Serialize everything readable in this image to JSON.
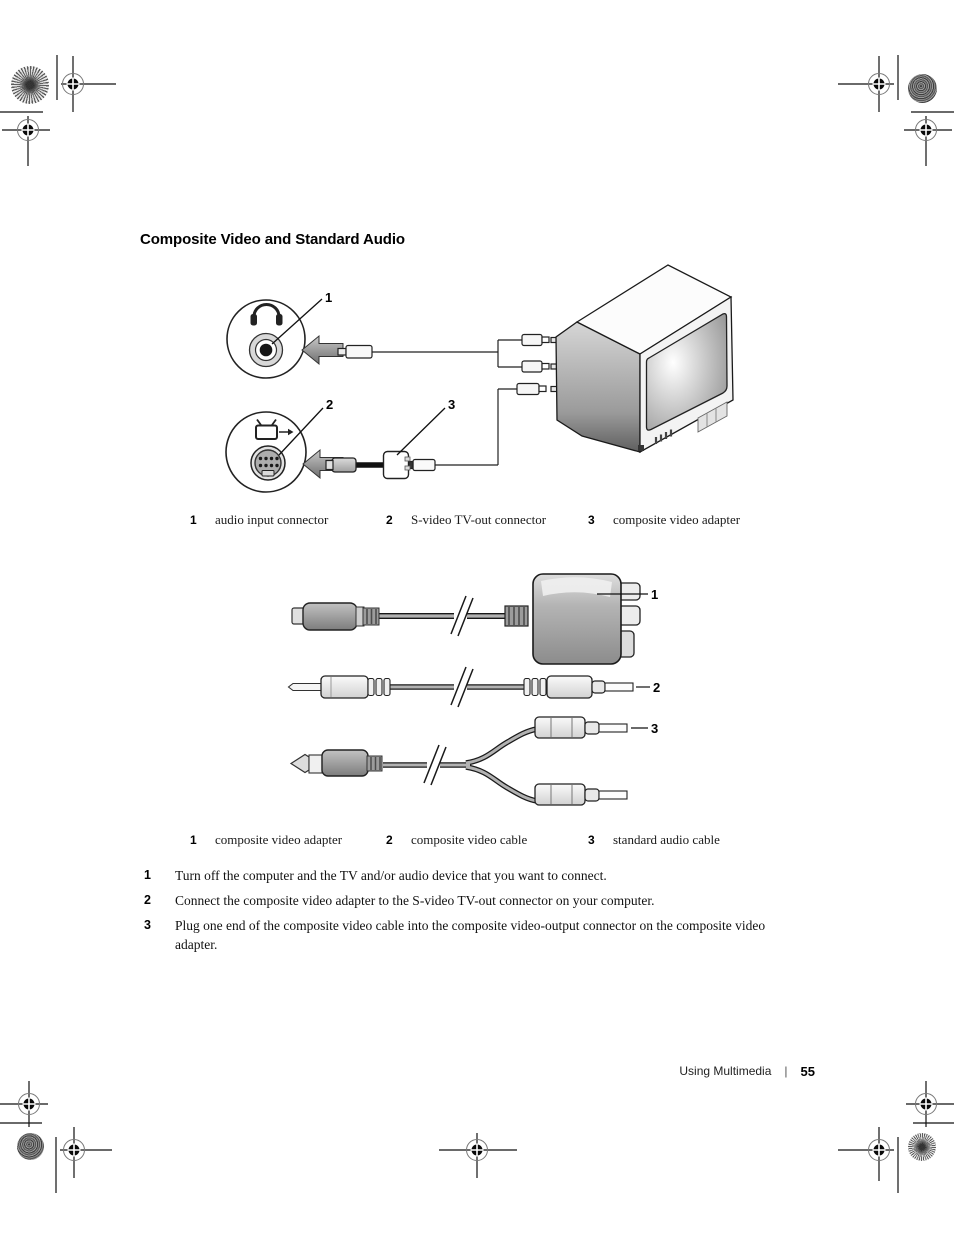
{
  "page": {
    "heading": "Composite Video and Standard Audio",
    "footer": {
      "section_label": "Using Multimedia",
      "separator": "|",
      "page_number": "55"
    },
    "colors": {
      "paper": "#ffffff",
      "ink": "#111111",
      "diagram_gray": "#9a9a9a"
    }
  },
  "figure_connectors": {
    "callouts": {
      "audio": "1",
      "svideo": "2",
      "adapter": "3"
    },
    "icons": [
      "headphones-icon",
      "tv-out-icon"
    ],
    "legend": [
      {
        "num": "1",
        "label": "audio input connector"
      },
      {
        "num": "2",
        "label": "S-video TV-out connector"
      },
      {
        "num": "3",
        "label": "composite video adapter"
      }
    ]
  },
  "figure_cables": {
    "callouts": {
      "adapter": "1",
      "video_cable": "2",
      "audio_cable": "3"
    },
    "legend": [
      {
        "num": "1",
        "label": "composite video adapter"
      },
      {
        "num": "2",
        "label": "composite video cable"
      },
      {
        "num": "3",
        "label": "standard audio cable"
      }
    ]
  },
  "steps": [
    {
      "num": "1",
      "text": "Turn off the computer and the TV and/or audio device that you want to connect."
    },
    {
      "num": "2",
      "text": "Connect the composite video adapter to the S-video TV-out connector on your computer."
    },
    {
      "num": "3",
      "text": "Plug one end of the composite video cable into the composite video-output connector on the composite video adapter."
    }
  ]
}
